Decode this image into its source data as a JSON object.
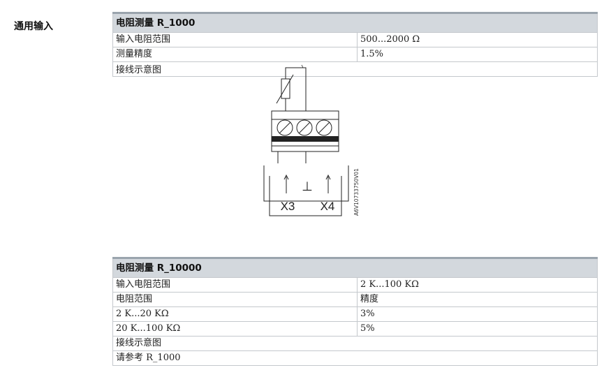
{
  "side_label": "通用输入",
  "table1": {
    "title": "电阻测量 R_1000",
    "rows": [
      {
        "label": "输入电阻范围",
        "value": "500...2000 Ω"
      },
      {
        "label": "测量精度",
        "value": "1.5%"
      }
    ],
    "diagram_label": "接线示意图",
    "diagram": {
      "terminal_left": "X3",
      "terminal_right": "X4",
      "ground_symbol": "⊥",
      "code": "A6V10733750V01"
    }
  },
  "table2": {
    "title": "电阻测量 R_10000",
    "rows": [
      {
        "label": "输入电阻范围",
        "value": "2 K...100 KΩ"
      },
      {
        "label": "电阻范围",
        "value": "精度"
      },
      {
        "label": "2 K...20 KΩ",
        "value": "3%"
      },
      {
        "label": "20 K...100 KΩ",
        "value": "5%"
      }
    ],
    "diagram_label": "接线示意图",
    "diagram_ref": "请参考 R_1000"
  }
}
